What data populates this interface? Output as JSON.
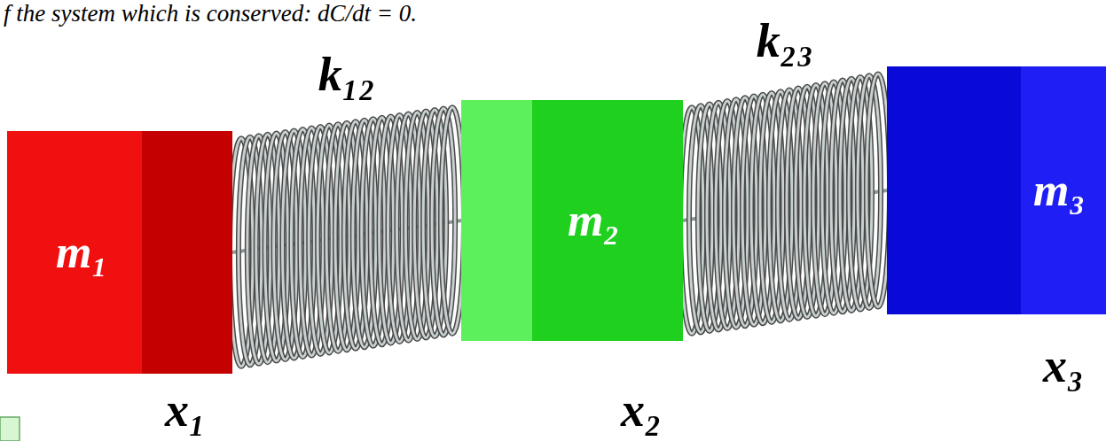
{
  "diagram": {
    "nodes": [
      {
        "text": [
          "m₁"
        ]
      },
      {
        "text": [
          "m₂"
        ]
      },
      {
        "text": [
          "m₃"
        ]
      }
    ],
    "edges": [
      {
        "from": 0,
        "to": 1,
        "arrow": "none",
        "label": "k₁₂"
      },
      {
        "from": 1,
        "to": 2,
        "arrow": "none",
        "label": "k₂₃"
      }
    ],
    "labels": [
      "f the system which is conserved: dC/dt = 0.",
      "x₁",
      "x₂",
      "x₃"
    ]
  }
}
